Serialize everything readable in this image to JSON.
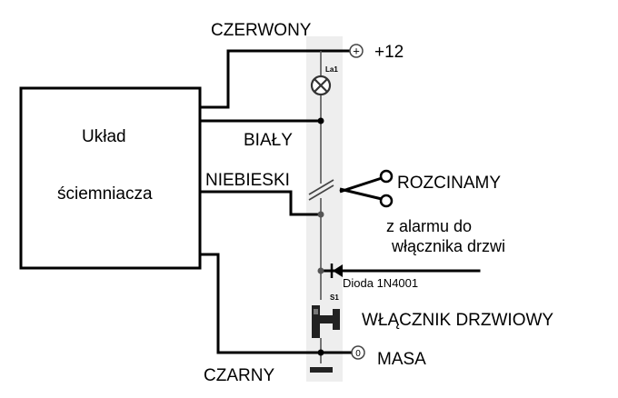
{
  "module": {
    "line1": "Układ",
    "line2": "ściemniacza"
  },
  "wires": {
    "red": "CZERWONY",
    "white": "BIAŁY",
    "blue": "NIEBIESKI",
    "black": "CZARNY"
  },
  "terminals": {
    "positive_symbol": "+",
    "positive_label": "+12",
    "ground_symbol": "0",
    "ground_label": "MASA"
  },
  "components": {
    "lamp_ref": "La1",
    "switch_ref": "S1",
    "switch_label": "WŁĄCZNIK DRZWIOWY",
    "diode_label": "Dioda 1N4001"
  },
  "annotations": {
    "cut": "ROZCINAMY",
    "alarm_line1": "z alarmu do",
    "alarm_line2": "włącznika drzwi"
  },
  "colors": {
    "wire": "#000000",
    "component_shade": "#e4e4e4"
  },
  "icons": [
    "plus-terminal-icon",
    "lamp-icon",
    "scissors-icon",
    "diode-icon",
    "door-switch-icon",
    "ground-terminal-icon",
    "ground-symbol-icon"
  ]
}
